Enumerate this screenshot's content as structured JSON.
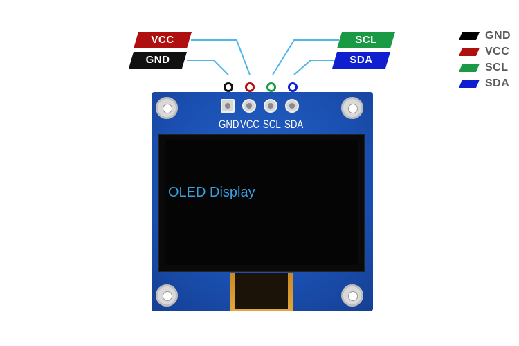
{
  "tags": {
    "vcc": {
      "label": "VCC",
      "color": "#b00f0f"
    },
    "gnd": {
      "label": "GND",
      "color": "#111111"
    },
    "scl": {
      "label": "SCL",
      "color": "#1a9a45"
    },
    "sda": {
      "label": "SDA",
      "color": "#0f1fd0"
    }
  },
  "wire_color": "#4fb6e6",
  "legend": {
    "items": [
      {
        "label": "GND",
        "color": "#000000"
      },
      {
        "label": "VCC",
        "color": "#b00f0f"
      },
      {
        "label": "SCL",
        "color": "#1a9a45"
      },
      {
        "label": "SDA",
        "color": "#0f1fd0"
      }
    ]
  },
  "board": {
    "pins": [
      "GND",
      "VCC",
      "SCL",
      "SDA"
    ],
    "screen_label": "OLED Display"
  }
}
